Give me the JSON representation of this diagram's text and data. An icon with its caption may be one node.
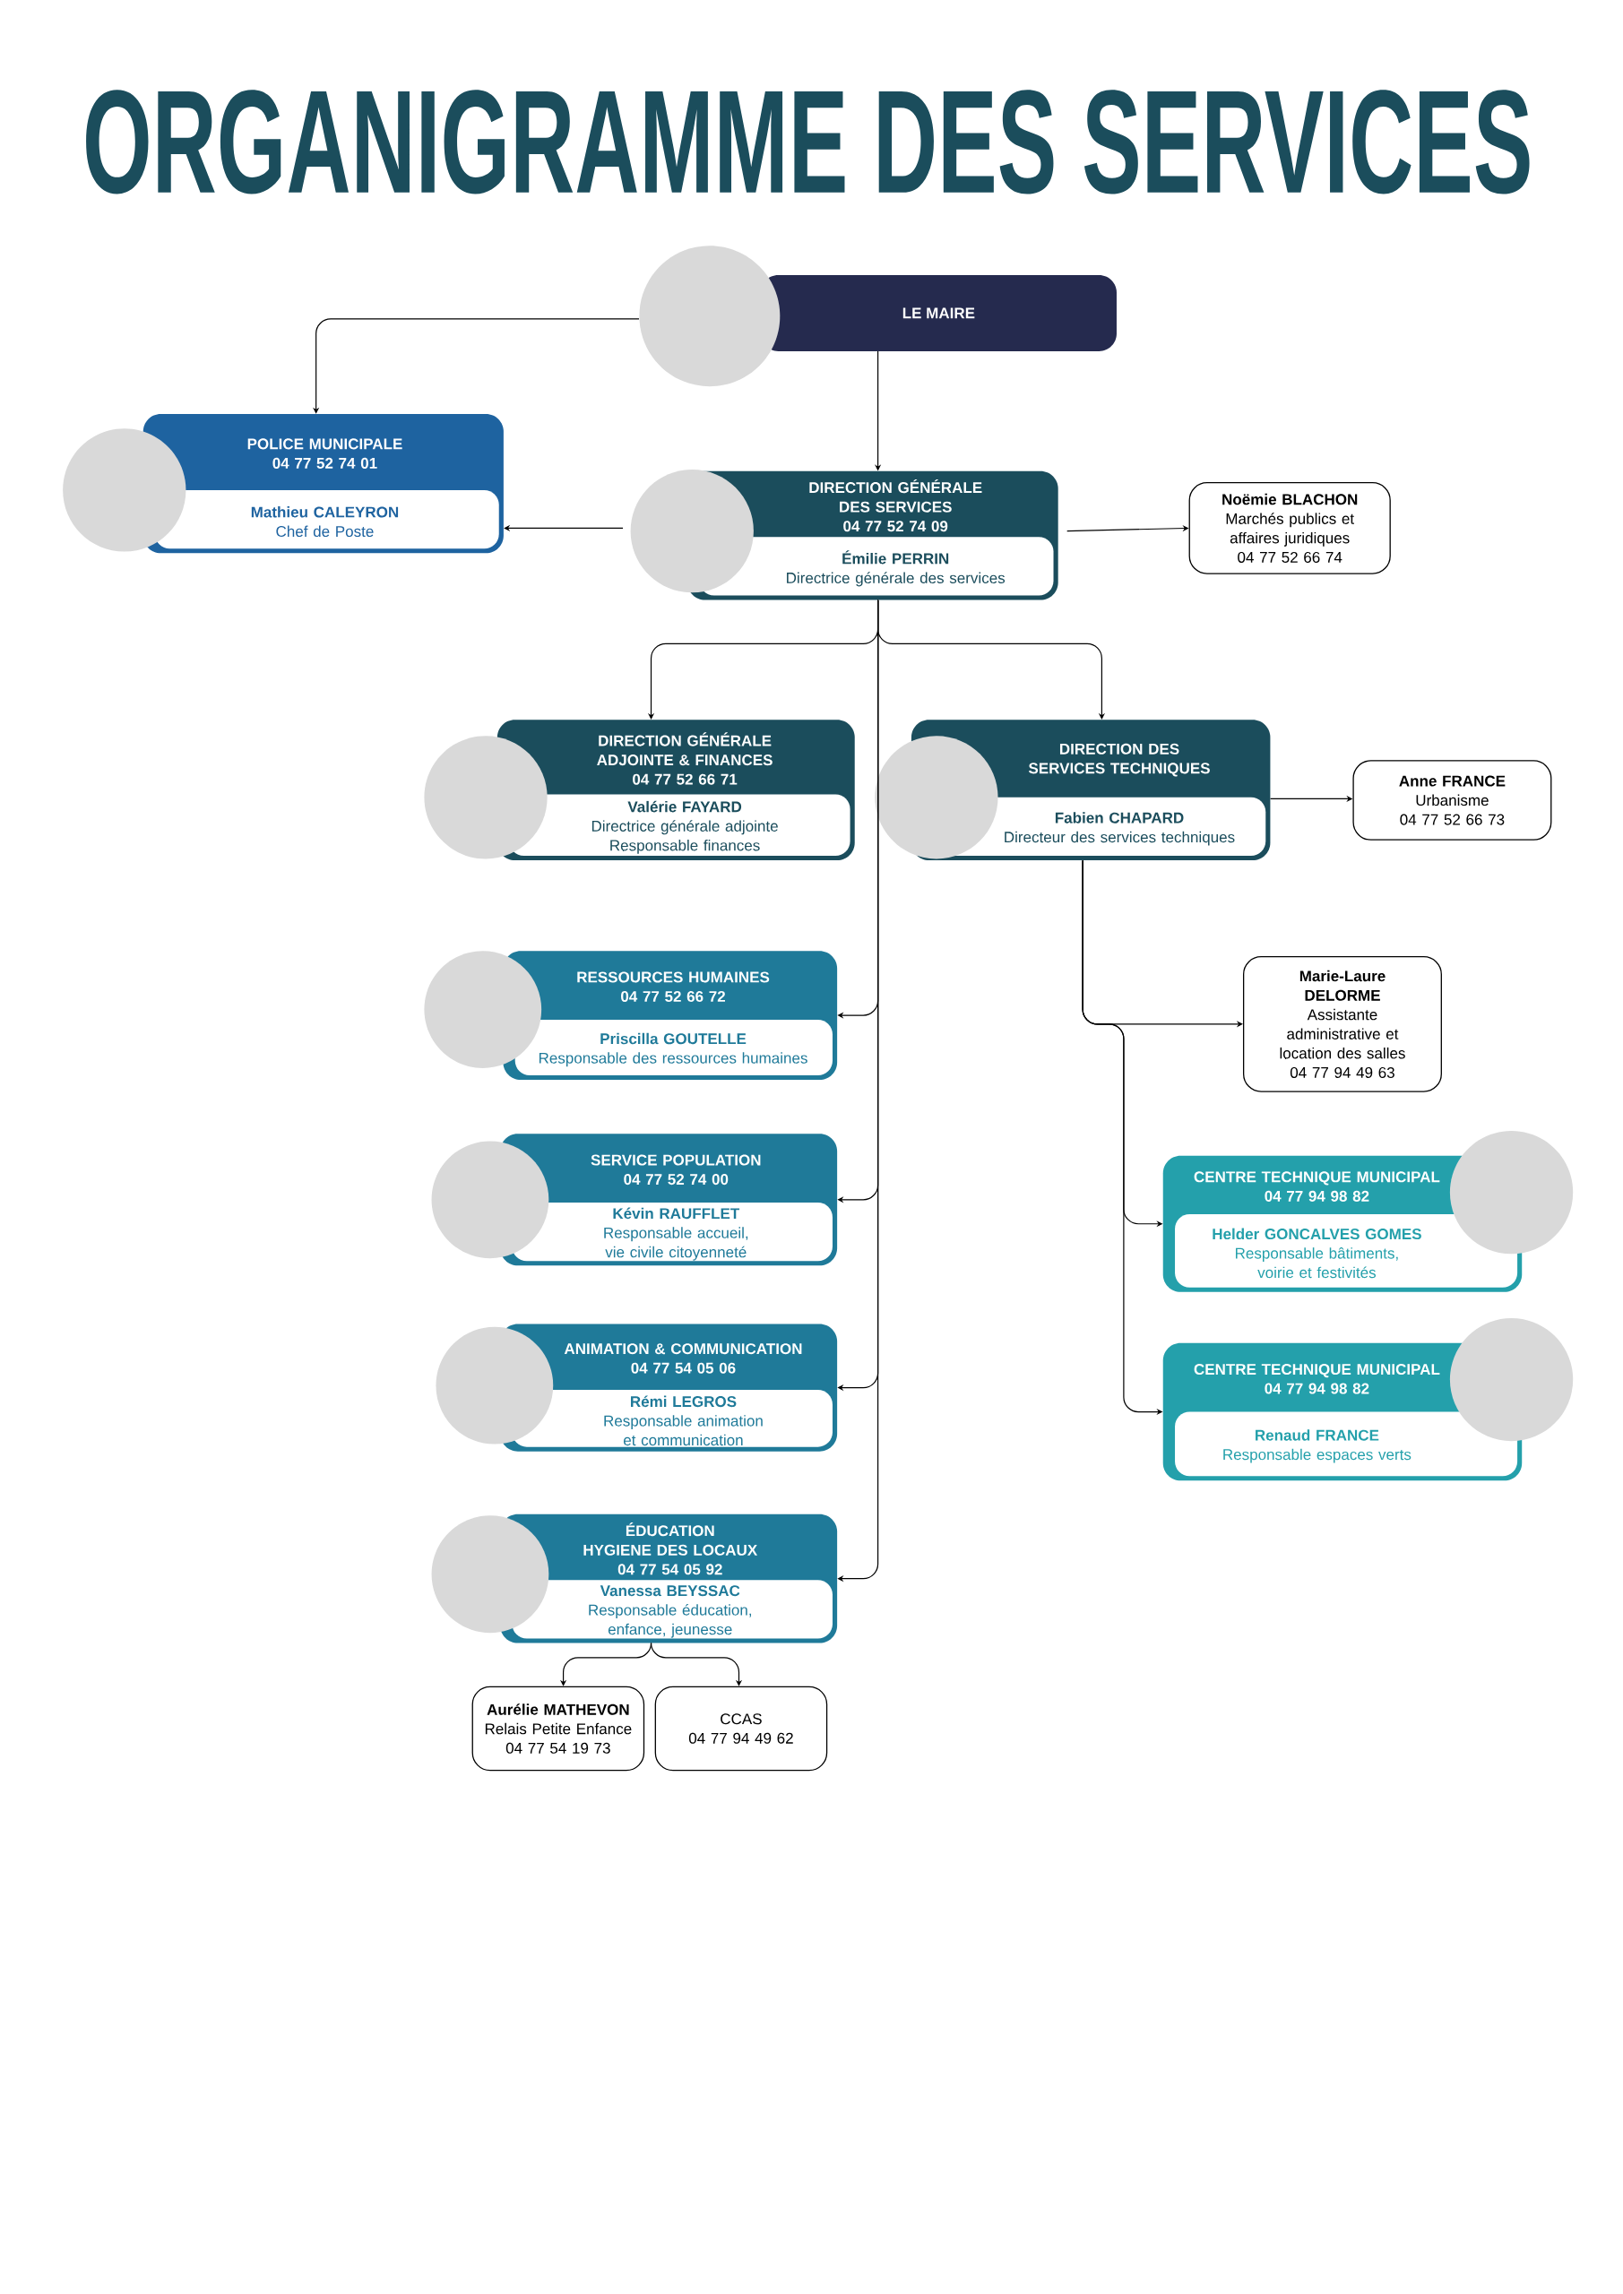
{
  "diagram": {
    "title": "ORGANIGRAMME DES SERVICES",
    "nodes": [
      {
        "text": [
          "LE MAIRE"
        ]
      },
      {
        "text": [
          "POLICE MUNICIPALE",
          "04 77 52 74 01",
          "Mathieu CALEYRON",
          "Chef de Poste"
        ]
      },
      {
        "text": [
          "DIRECTION GÉNÉRALE DES SERVICES",
          "04 77 52 74 09",
          "Émilie PERRIN",
          "Directrice générale des services"
        ]
      },
      {
        "text": [
          "Noëmie BLACHON",
          "Marchés publics et affaires juridiques",
          "04 77 52 66 74"
        ]
      },
      {
        "text": [
          "DIRECTION GÉNÉRALE ADJOINTE & FINANCES",
          "04 77 52 66 71",
          "Valérie FAYARD",
          "Directrice générale adjointe",
          "Responsable finances"
        ]
      },
      {
        "text": [
          "DIRECTION DES SERVICES TECHNIQUES",
          "Fabien CHAPARD",
          "Directeur des services techniques"
        ]
      },
      {
        "text": [
          "Anne FRANCE",
          "Urbanisme",
          "04 77 52 66 73"
        ]
      },
      {
        "text": [
          "RESSOURCES HUMAINES",
          "04 77 52 66 72",
          "Priscilla GOUTELLE",
          "Responsable des ressources humaines"
        ]
      },
      {
        "text": [
          "Marie-Laure DELORME",
          "Assistante administrative et location des salles",
          "04 77 94 49 63"
        ]
      },
      {
        "text": [
          "SERVICE POPULATION",
          "04 77 52 74 00",
          "Kévin RAUFFLET",
          "Responsable accueil, vie civile citoyenneté"
        ]
      },
      {
        "text": [
          "CENTRE TECHNIQUE MUNICIPAL",
          "04 77 94 98 82",
          "Helder GONCALVES GOMES",
          "Responsable bâtiments, voirie et festivités"
        ]
      },
      {
        "text": [
          "ANIMATION & COMMUNICATION",
          "04 77 54 05 06",
          "Rémi LEGROS",
          "Responsable animation et communication"
        ]
      },
      {
        "text": [
          "CENTRE TECHNIQUE MUNICIPAL",
          "04 77 94 98 82",
          "Renaud FRANCE",
          "Responsable espaces verts"
        ]
      },
      {
        "text": [
          "ÉDUCATION",
          "HYGIENE DES LOCAUX",
          "04 77 54 05 92",
          "Vanessa BEYSSAC",
          "Responsable éducation, enfance, jeunesse"
        ]
      },
      {
        "text": [
          "Aurélie MATHEVON",
          "Relais Petite Enfance",
          "04 77 54 19 73"
        ]
      },
      {
        "text": [
          "CCAS",
          "04 77 94 49 62"
        ]
      }
    ],
    "edges": [
      {
        "from": 0,
        "to": 1,
        "arrow": "to"
      },
      {
        "from": 0,
        "to": 2,
        "arrow": "to"
      },
      {
        "from": 2,
        "to": 1,
        "arrow": "to"
      },
      {
        "from": 2,
        "to": 3,
        "arrow": "to"
      },
      {
        "from": 2,
        "to": 4,
        "arrow": "to"
      },
      {
        "from": 2,
        "to": 5,
        "arrow": "to"
      },
      {
        "from": 2,
        "to": 7,
        "arrow": "to"
      },
      {
        "from": 2,
        "to": 9,
        "arrow": "to"
      },
      {
        "from": 2,
        "to": 11,
        "arrow": "to"
      },
      {
        "from": 2,
        "to": 13,
        "arrow": "to"
      },
      {
        "from": 5,
        "to": 6,
        "arrow": "to"
      },
      {
        "from": 5,
        "to": 8,
        "arrow": "to"
      },
      {
        "from": 5,
        "to": 10,
        "arrow": "to"
      },
      {
        "from": 5,
        "to": 12,
        "arrow": "to"
      },
      {
        "from": 13,
        "to": 14,
        "arrow": "to"
      },
      {
        "from": 13,
        "to": 15,
        "arrow": "to"
      }
    ]
  }
}
